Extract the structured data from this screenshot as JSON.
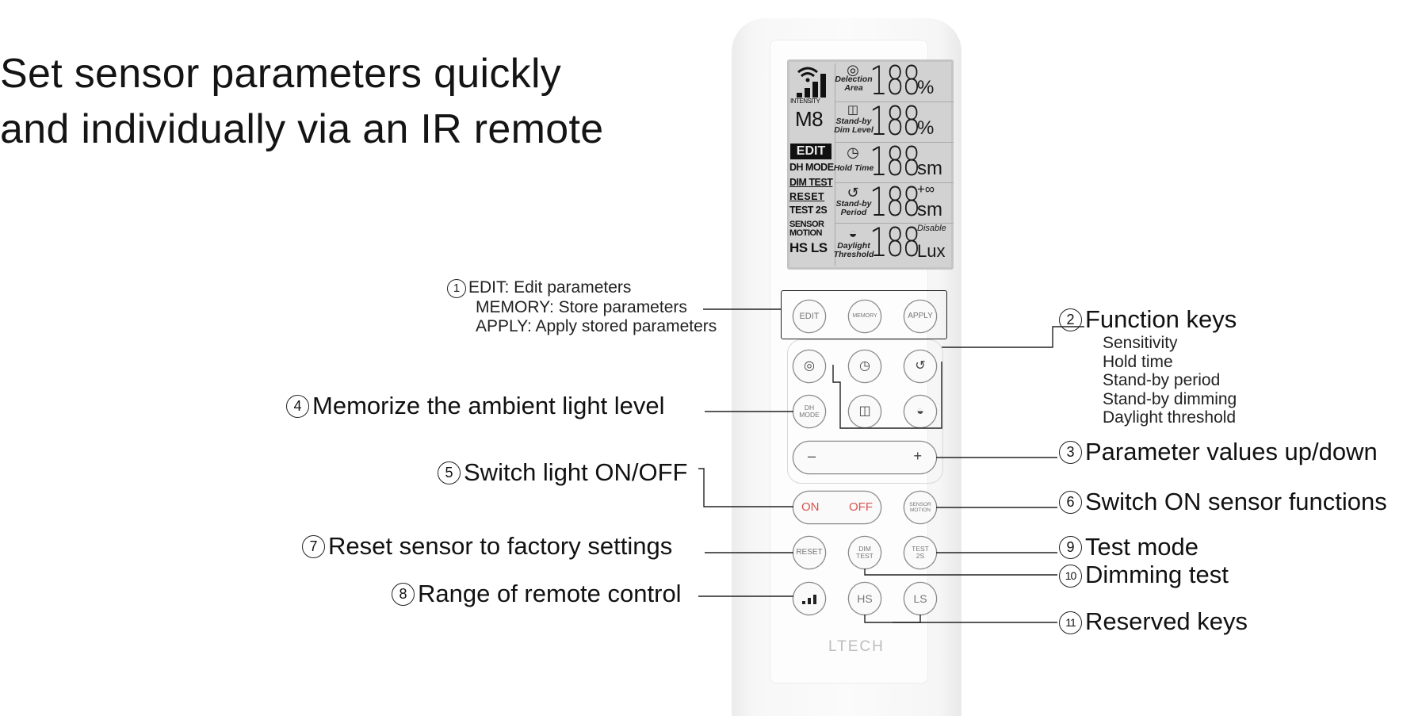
{
  "headline": {
    "line1": "Set sensor parameters quickly",
    "line2": "and individually via an IR remote"
  },
  "brand": "LTECH",
  "lcd": {
    "intensity_label": "INTENSITY",
    "mode_code": "M8",
    "left_indicators": [
      "EDIT",
      "DH MODE",
      "DIM TEST",
      "RESET",
      "TEST 2S",
      "SENSOR",
      "MOTION",
      "HS LS"
    ],
    "rows": [
      {
        "label1": "Delection",
        "label2": "Area",
        "digits": "188",
        "unit": "%",
        "icon": "radar-icon"
      },
      {
        "label1": "Stand-by",
        "label2": "Dim Level",
        "digits": "188",
        "unit": "%",
        "icon": "dim-level-icon"
      },
      {
        "label1": "Hold Time",
        "label2": "",
        "digits": "188",
        "unit": "sm",
        "icon": "clock-icon"
      },
      {
        "label1": "Stand-by",
        "label2": "Period",
        "digits": "188",
        "unit": "sm",
        "unit_top": "+∞",
        "icon": "history-icon"
      },
      {
        "label1": "Daylight",
        "label2": "Threshold",
        "digits": "188",
        "unit": "Lux",
        "unit_top": "Disable",
        "icon": "daylight-icon"
      }
    ]
  },
  "buttons": {
    "edit": "EDIT",
    "memory": "MEMORY",
    "apply": "APPLY",
    "dh_mode_1": "DH",
    "dh_mode_2": "MODE",
    "minus": "–",
    "plus": "+",
    "on": "ON",
    "off": "OFF",
    "sensor_1": "SENSOR",
    "sensor_2": "MOTION",
    "reset": "RESET",
    "dim_test_1": "DIM",
    "dim_test_2": "TEST",
    "test2s_1": "TEST",
    "test2s_2": "2S",
    "hs": "HS",
    "ls": "LS"
  },
  "callouts": {
    "c1": {
      "num": "1",
      "lines": [
        "EDIT: Edit parameters",
        "MEMORY: Store parameters",
        "APPLY: Apply stored parameters"
      ]
    },
    "c2": {
      "num": "2",
      "title": "Function keys",
      "lines": [
        "Sensitivity",
        "Hold time",
        "Stand-by period",
        "Stand-by dimming",
        "Daylight threshold"
      ]
    },
    "c3": {
      "num": "3",
      "title": "Parameter values up/down"
    },
    "c4": {
      "num": "4",
      "title": "Memorize the ambient light level"
    },
    "c5": {
      "num": "5",
      "title": "Switch light ON/OFF"
    },
    "c6": {
      "num": "6",
      "title": "Switch ON sensor functions"
    },
    "c7": {
      "num": "7",
      "title": "Reset sensor to factory settings"
    },
    "c8": {
      "num": "8",
      "title": "Range of remote control"
    },
    "c9": {
      "num": "9",
      "title": "Test mode"
    },
    "c10": {
      "num": "10",
      "title": "Dimming test"
    },
    "c11": {
      "num": "11",
      "title": "Reserved  keys"
    }
  },
  "colors": {
    "on_off_text": "#d9534f",
    "line": "#222222",
    "lcd_bg": "#d2d2d2"
  }
}
